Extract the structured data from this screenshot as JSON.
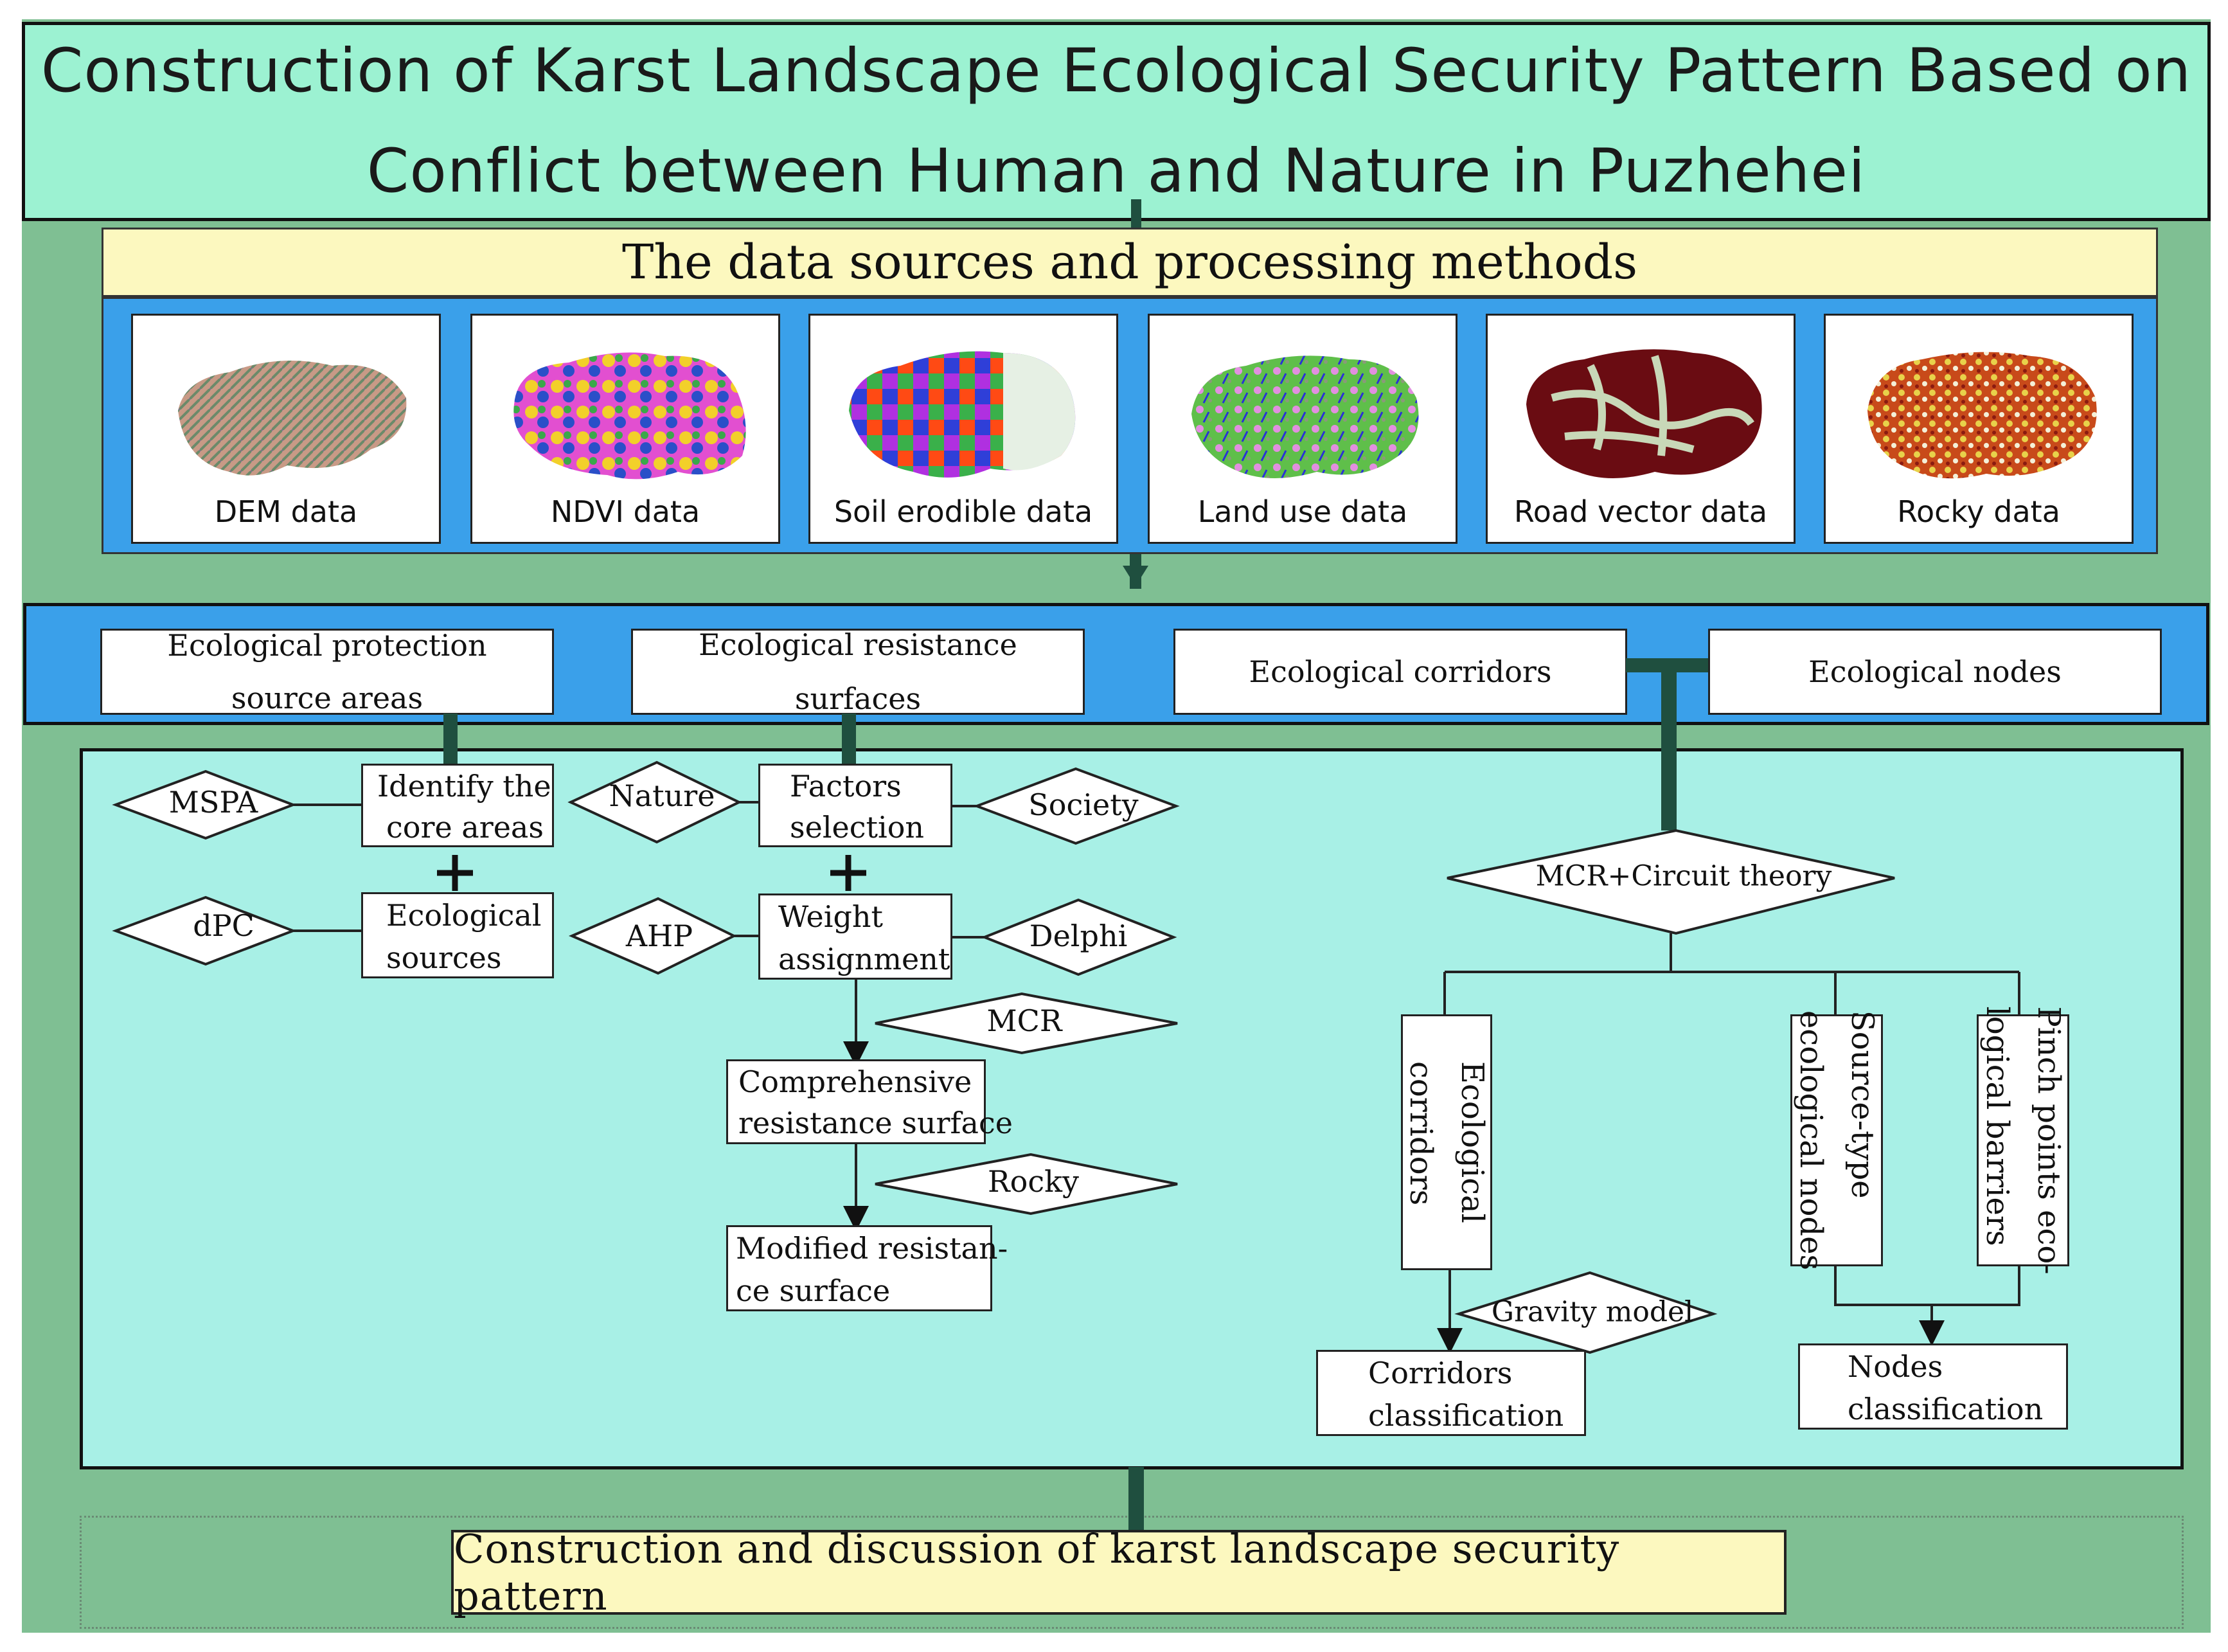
{
  "title": {
    "line1": "Construction of Karst Landscape Ecological Security Pattern Based on",
    "line2": "Conflict between Human and Nature in Puzhehei"
  },
  "data_header": "The data sources and processing methods",
  "data_sources": [
    "DEM data",
    "NDVI data",
    "Soil erodible data",
    "Land use data",
    "Road vector data",
    "Rocky  data"
  ],
  "categories": {
    "source_line1": "Ecological protection",
    "source_line2": "source areas",
    "resistance": "Ecological resistance surfaces",
    "corridors": "Ecological corridors",
    "nodes": "Ecological nodes"
  },
  "sources_flow": {
    "identify_l1": "Identify the",
    "identify_l2": "core areas",
    "eco_sources_l1": "Ecological",
    "eco_sources_l2": "sources",
    "mspa": "MSPA",
    "dpc": "dPC"
  },
  "resistance_flow": {
    "factors_l1": "Factors",
    "factors_l2": "selection",
    "weight_l1": "Weight",
    "weight_l2": "assignment",
    "comprehensive_l1": "Comprehensive",
    "comprehensive_l2": "resistance surface",
    "modified_l1": "Modified resistan-",
    "modified_l2": "ce surface",
    "nature": "Nature",
    "society": "Society",
    "ahp": "AHP",
    "delphi": "Delphi",
    "mcr": "MCR",
    "rocky": "Rocky"
  },
  "corridor_flow": {
    "method": "MCR+Circuit theory",
    "eco_corridors_l1": "Ecological",
    "eco_corridors_l2": "corridors",
    "source_nodes_l1": "Source-type",
    "source_nodes_l2": "ecological nodes",
    "pinch_l1": "Pinch points eco-",
    "pinch_l2": "logical barriers",
    "gravity": "Gravity model",
    "corr_class_l1": "Corridors",
    "corr_class_l2": "classification",
    "nodes_class_l1": "Nodes",
    "nodes_class_l2": "classification"
  },
  "bottom": "Construction and discussion of karst landscape security pattern",
  "colors": {
    "background": "#7fbf93",
    "title_fill": "#9cf2d2",
    "band_blue": "#3aa0ea",
    "panel_fill": "#a8f0e6",
    "header_yellow": "#fcf8bf",
    "connector": "#1f4f3f"
  }
}
